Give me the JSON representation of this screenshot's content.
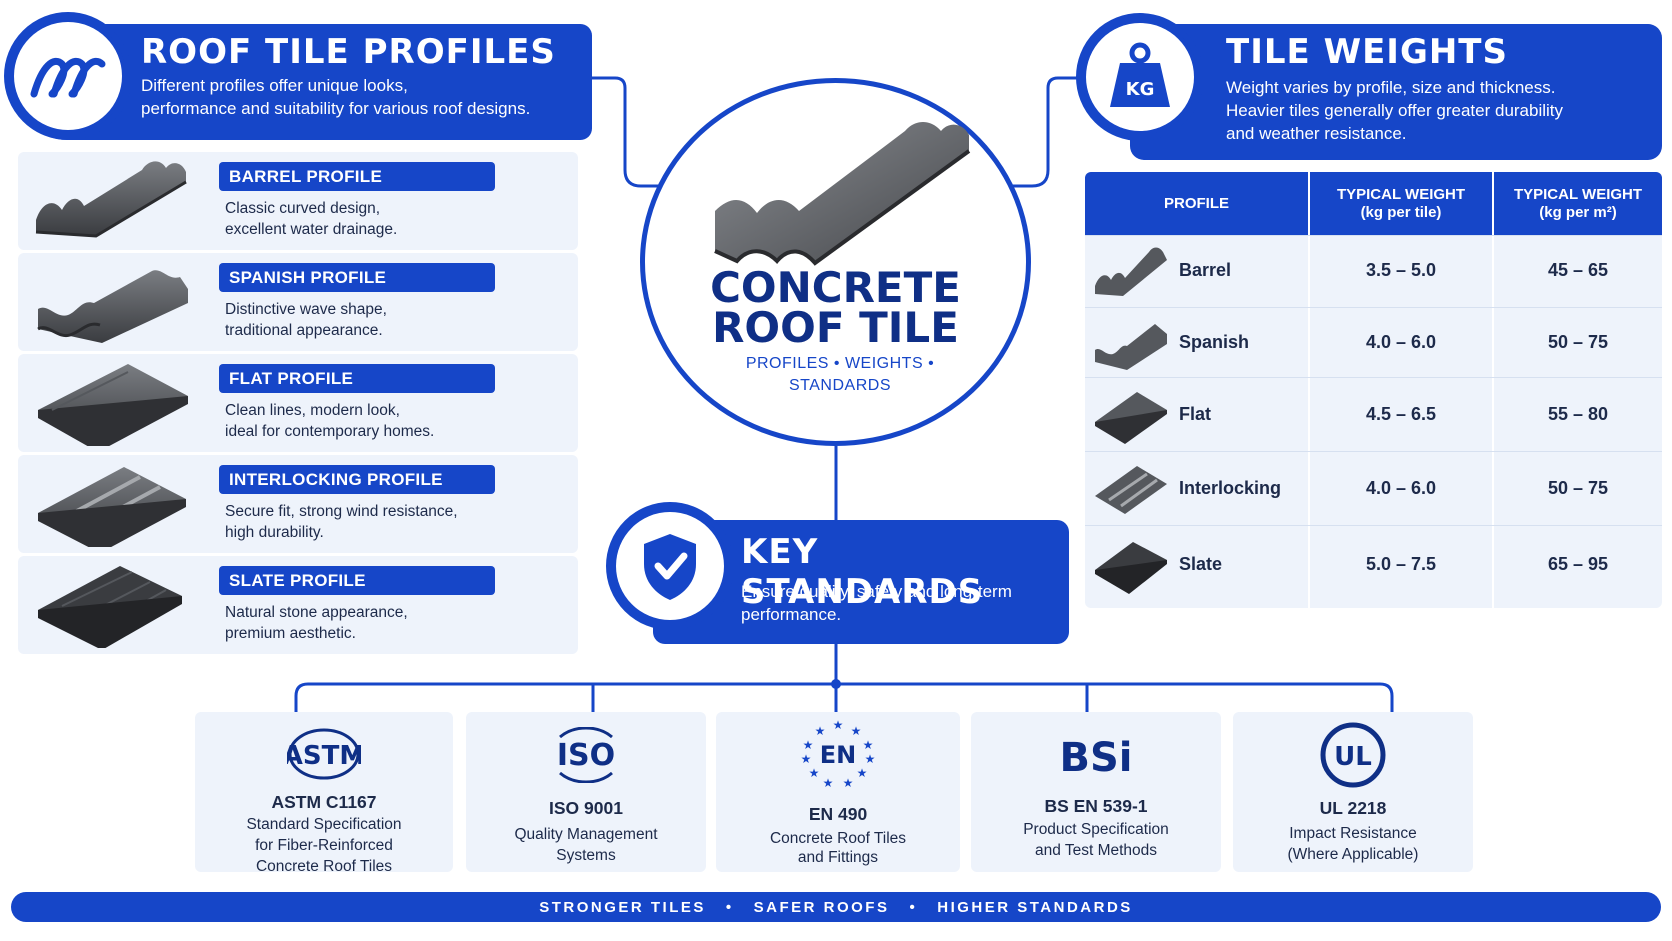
{
  "left_panel": {
    "title": "ROOF TILE PROFILES",
    "subtitle_line1": "Different profiles offer unique looks,",
    "subtitle_line2": "performance and suitability for various roof designs.",
    "icon": "roof-tile-wave-icon",
    "profiles": [
      {
        "name": "BARREL PROFILE",
        "desc1": "Classic curved design,",
        "desc2": "excellent water drainage."
      },
      {
        "name": "SPANISH PROFILE",
        "desc1": "Distinctive wave shape,",
        "desc2": "traditional appearance."
      },
      {
        "name": "FLAT PROFILE",
        "desc1": "Clean lines, modern look,",
        "desc2": "ideal for contemporary homes."
      },
      {
        "name": "INTERLOCKING PROFILE",
        "desc1": "Secure fit, strong wind resistance,",
        "desc2": "high durability."
      },
      {
        "name": "SLATE PROFILE",
        "desc1": "Natural stone appearance,",
        "desc2": "premium aesthetic."
      }
    ]
  },
  "center": {
    "title_line1": "CONCRETE",
    "title_line2": "ROOF TILE",
    "sub_line1": "PROFILES  •  WEIGHTS  •",
    "sub_line2": "STANDARDS"
  },
  "right_panel": {
    "title": "TILE WEIGHTS",
    "icon_label": "KG",
    "subtitle_line1": "Weight varies by profile, size and thickness.",
    "subtitle_line2": "Heavier tiles generally offer greater durability",
    "subtitle_line3": "and weather resistance.",
    "table": {
      "headers": {
        "profile": "PROFILE",
        "per_tile_1": "TYPICAL WEIGHT",
        "per_tile_2": "(kg per tile)",
        "per_m2_1": "TYPICAL WEIGHT",
        "per_m2_2": "(kg per m²)"
      },
      "rows": [
        {
          "profile": "Barrel",
          "per_tile": "3.5 – 5.0",
          "per_m2": "45 – 65"
        },
        {
          "profile": "Spanish",
          "per_tile": "4.0 – 6.0",
          "per_m2": "50 – 75"
        },
        {
          "profile": "Flat",
          "per_tile": "4.5 – 6.5",
          "per_m2": "55 – 80"
        },
        {
          "profile": "Interlocking",
          "per_tile": "4.0 – 6.0",
          "per_m2": "50 – 75"
        },
        {
          "profile": "Slate",
          "per_tile": "5.0 – 7.5",
          "per_m2": "65 – 95"
        }
      ]
    }
  },
  "key_standards": {
    "title": "KEY STANDARDS",
    "subtitle_line1": "Ensure quality, safety and long-term",
    "subtitle_line2": "performance.",
    "icon": "shield-check-icon",
    "standards": [
      {
        "logo": "ASTM",
        "code": "ASTM C1167",
        "desc1": "Standard Specification",
        "desc2": "for Fiber-Reinforced",
        "desc3": "Concrete Roof Tiles"
      },
      {
        "logo": "ISO",
        "code": "ISO 9001",
        "desc1": "Quality Management",
        "desc2": "Systems",
        "desc3": ""
      },
      {
        "logo": "EN",
        "code": "EN 490",
        "desc1": "Concrete Roof Tiles",
        "desc2": "and Fittings",
        "desc3": ""
      },
      {
        "logo": "BSi",
        "code": "BS EN 539-1",
        "desc1": "Product Specification",
        "desc2": "and Test Methods",
        "desc3": ""
      },
      {
        "logo": "UL",
        "code": "UL 2218",
        "desc1": "Impact Resistance",
        "desc2": "(Where Applicable)",
        "desc3": ""
      }
    ]
  },
  "footer": {
    "text": "STRONGER TILES   •   SAFER ROOFS   •   HIGHER STANDARDS"
  },
  "colors": {
    "primary": "#1646c8",
    "dark_title": "#0f2f86",
    "card_bg": "#eef3fb"
  }
}
